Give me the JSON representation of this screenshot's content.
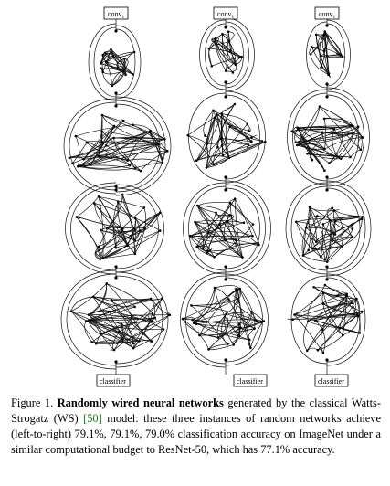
{
  "figure": {
    "networks": [
      {
        "input_label": "conv",
        "input_sub": "1",
        "output_label": "classifier",
        "accuracy": "79.1%"
      },
      {
        "input_label": "conv",
        "input_sub": "1",
        "output_label": "classifier",
        "accuracy": "79.1%"
      },
      {
        "input_label": "conv",
        "input_sub": "1",
        "output_label": "classifier",
        "accuracy": "79.0%"
      }
    ]
  },
  "caption": {
    "prefix": "Figure 1.",
    "bold": "Randomly wired neural networks",
    "part1": "generated by the classical Watts-Strogatz (WS)",
    "ref": "[50]",
    "part2": "model: these three instances of random networks achieve (left-to-right) 79.1%, 79.1%, 79.0% classification accuracy on ImageNet under a similar computational budget to ResNet-50, which has 77.1% accuracy."
  }
}
